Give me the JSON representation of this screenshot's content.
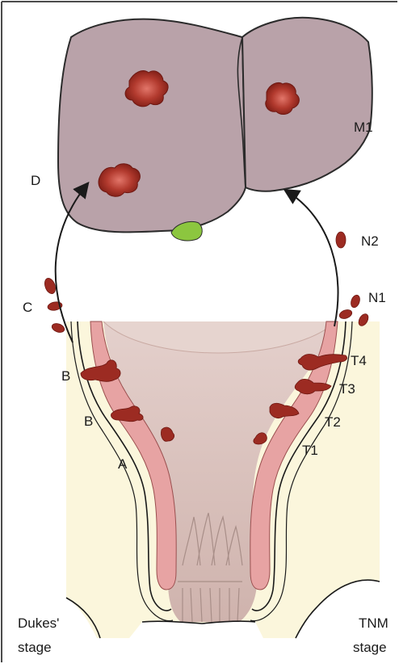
{
  "colors": {
    "border": "#4a4a4a",
    "liver_fill": "#b9a2a9",
    "liver_outline": "#2b2b2b",
    "gallbladder": "#8cc63f",
    "tumor": "#9c2b22",
    "tumor_dark": "#6e1812",
    "tissue_background": "#fbf6dc",
    "lumen": "#d9c2bd",
    "muscle_layer": "#e7a3a3"
  },
  "labels": {
    "d": "D",
    "m1": "M1",
    "n2": "N2",
    "c": "C",
    "n1": "N1",
    "b_upper": "B",
    "b_lower": "B",
    "a": "A",
    "t4": "T4",
    "t3": "T3",
    "t2": "T2",
    "t1": "T1",
    "dukes_line1": "Dukes'",
    "dukes_line2": "stage",
    "tnm_line1": "TNM",
    "tnm_line2": "stage"
  }
}
